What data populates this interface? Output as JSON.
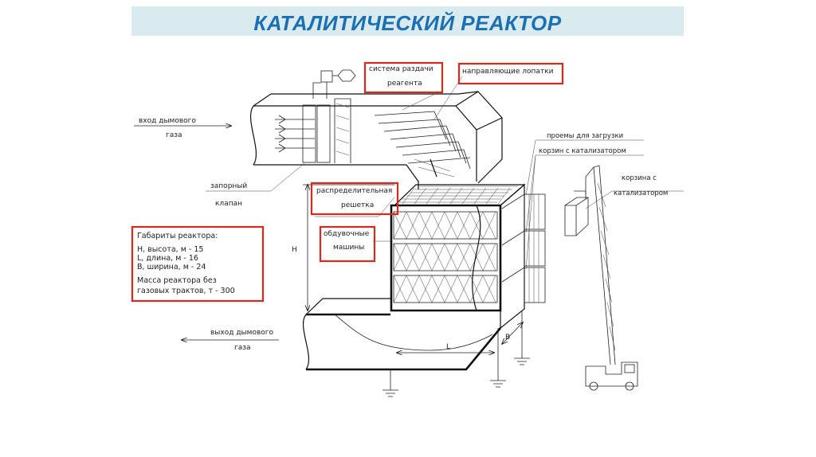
{
  "title": "КАТАЛИТИЧЕСКИЙ РЕАКТОР",
  "labels": {
    "reagent_system_1": "система раздачи",
    "reagent_system_2": "реагента",
    "guide_vanes": "направляющие лопатки",
    "gas_inlet_1": "вход дымового",
    "gas_inlet_2": "газа",
    "shutoff_valve_1": "запорный",
    "shutoff_valve_2": "клапан",
    "distribution_grid_1": "распределительная",
    "distribution_grid_2": "решетка",
    "blowers_1": "обдувочные",
    "blowers_2": "машины",
    "loading_openings_1": "проемы для загрузки",
    "loading_openings_2": "корзин с катализатором",
    "basket_1": "корзина с",
    "basket_2": "катализатором",
    "gas_outlet_1": "выход дымового",
    "gas_outlet_2": "газа",
    "dim_h": "H",
    "dim_l": "L",
    "dim_b": "B"
  },
  "specs": {
    "heading": "Габариты реактора:",
    "height": "H, высота, м - 15",
    "length": "L, длина, м - 16",
    "width": "B, ширина, м - 24",
    "mass_1": "Масса реактора без",
    "mass_2": "газовых трактов, т - 300"
  },
  "colors": {
    "title_bg": "#d9ebee",
    "title_text": "#1b6fb3",
    "highlight_box": "#d62a1e",
    "line": "#111111"
  }
}
